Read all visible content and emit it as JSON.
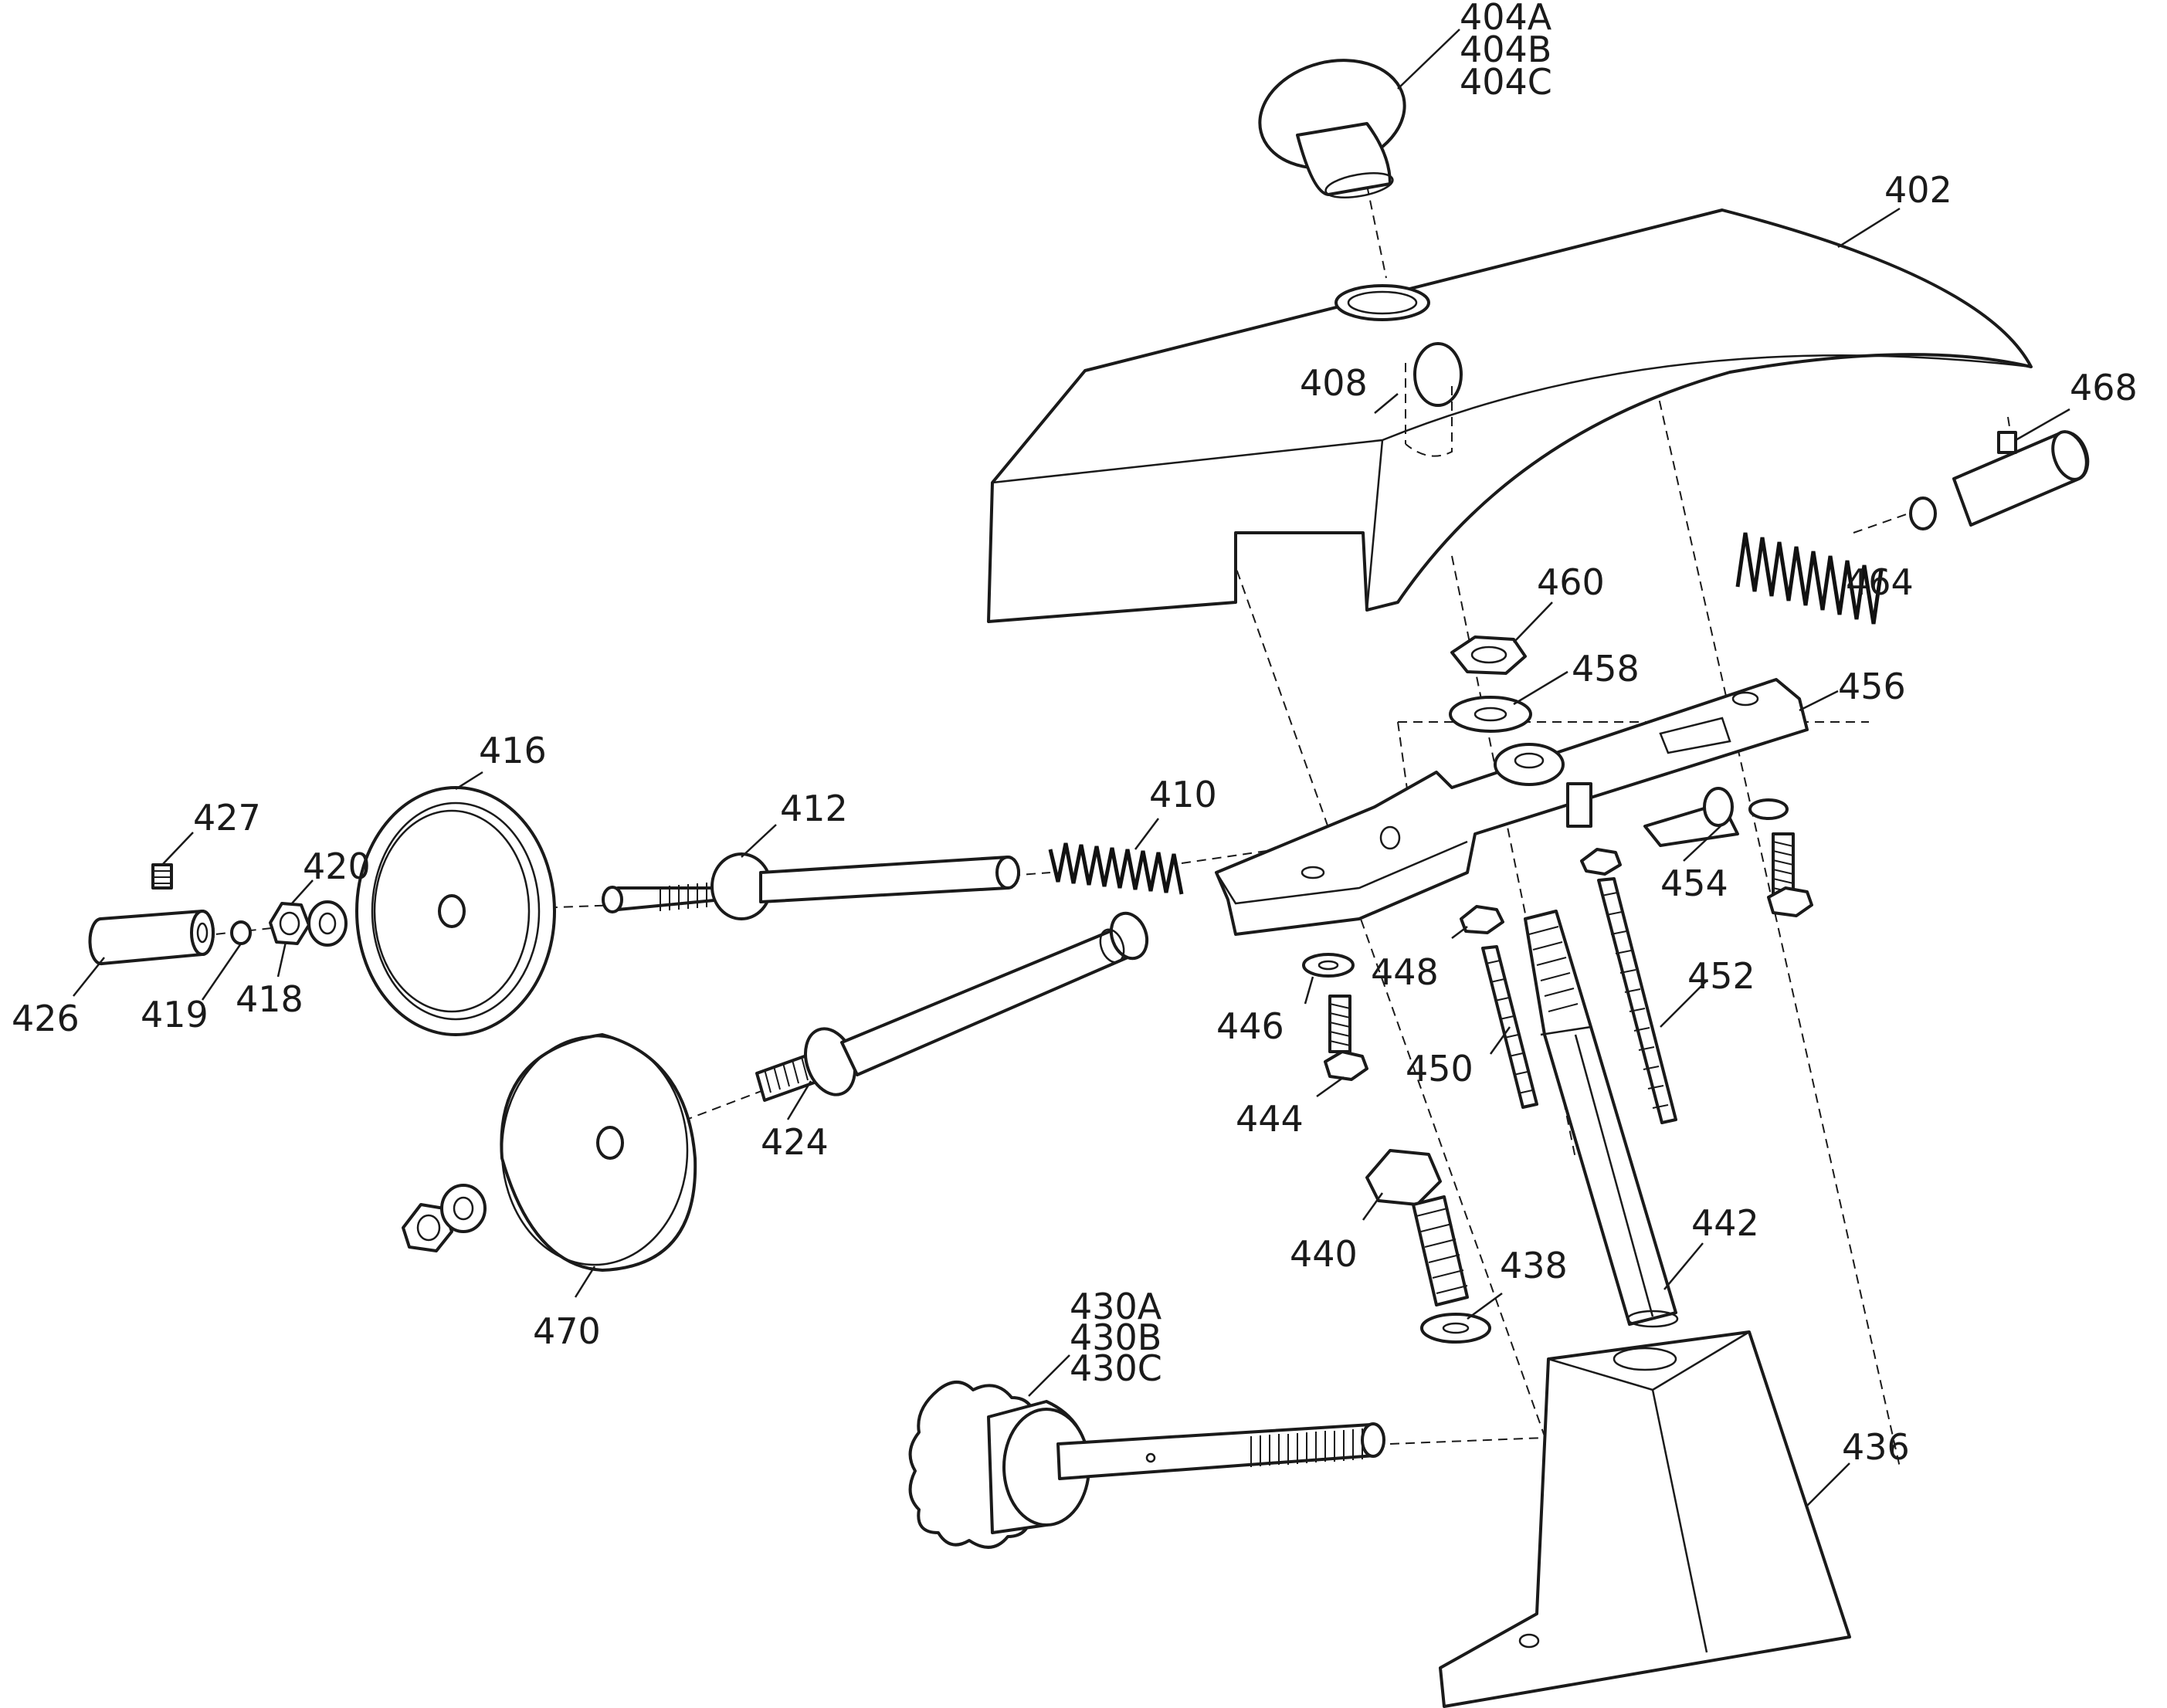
{
  "labels": {
    "p402": "402",
    "p404": [
      "404A",
      "404B",
      "404C"
    ],
    "p408": "408",
    "p410": "410",
    "p412": "412",
    "p416": "416",
    "p418": "418",
    "p419": "419",
    "p420": "420",
    "p424": "424",
    "p426": "426",
    "p427": "427",
    "p430": [
      "430A",
      "430B",
      "430C"
    ],
    "p436": "436",
    "p438": "438",
    "p440": "440",
    "p442": "442",
    "p444": "444",
    "p446": "446",
    "p448": "448",
    "p450": "450",
    "p452": "452",
    "p454": "454",
    "p456": "456",
    "p458": "458",
    "p460": "460",
    "p464": "464",
    "p468": "468",
    "p470": "470"
  }
}
